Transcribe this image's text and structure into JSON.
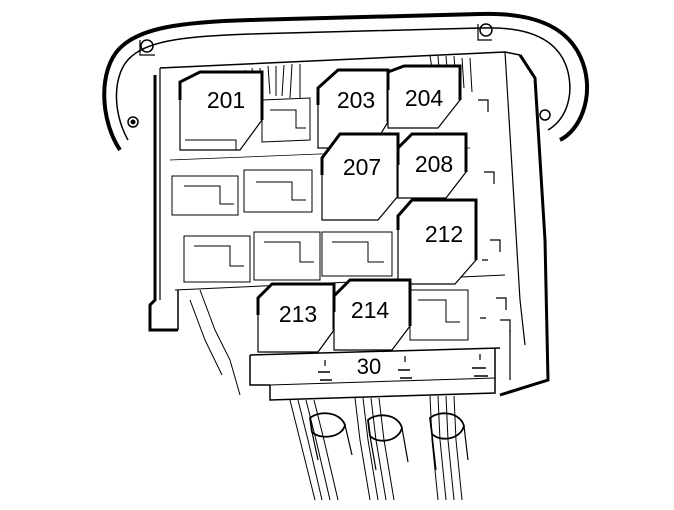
{
  "diagram": {
    "relays": [
      {
        "id": "201",
        "label": "201"
      },
      {
        "id": "203",
        "label": "203"
      },
      {
        "id": "204",
        "label": "204"
      },
      {
        "id": "207",
        "label": "207"
      },
      {
        "id": "208",
        "label": "208"
      },
      {
        "id": "212",
        "label": "212"
      },
      {
        "id": "213",
        "label": "213"
      },
      {
        "id": "214",
        "label": "214"
      }
    ],
    "connector": {
      "label": "30"
    }
  }
}
